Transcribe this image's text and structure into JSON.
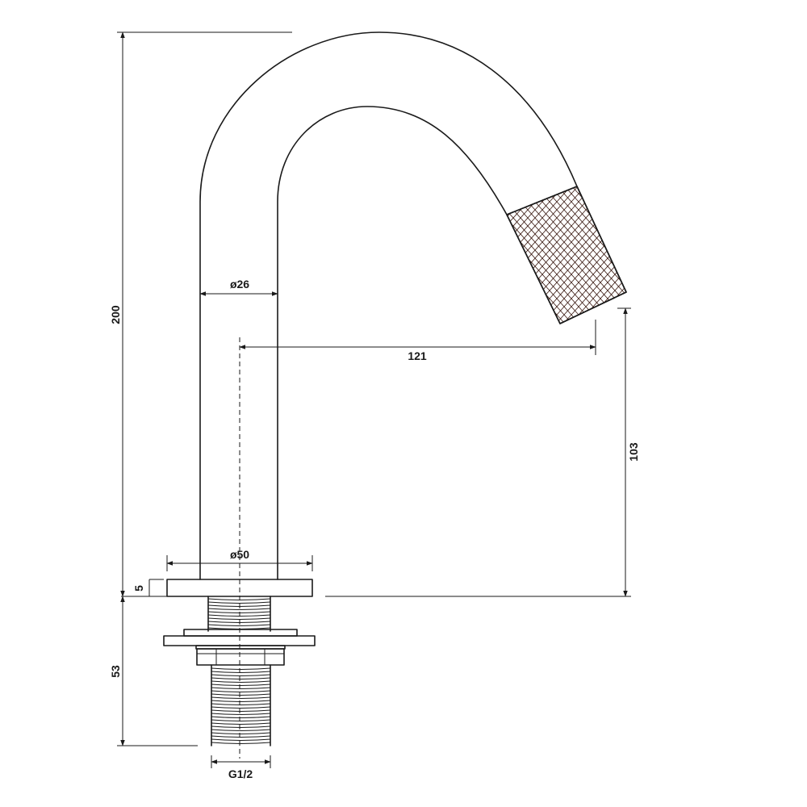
{
  "drawing": {
    "dimensions": {
      "overall_height": "200",
      "spout_reach": "121",
      "spout_outlet_height": "103",
      "body_diameter": "ø26",
      "base_diameter": "ø50",
      "base_plate_thickness": "5",
      "shank_length": "53",
      "thread_size": "G1/2"
    },
    "colors": {
      "line": "#1a1a1a",
      "knurl_hatch": "#3a1a12"
    }
  }
}
